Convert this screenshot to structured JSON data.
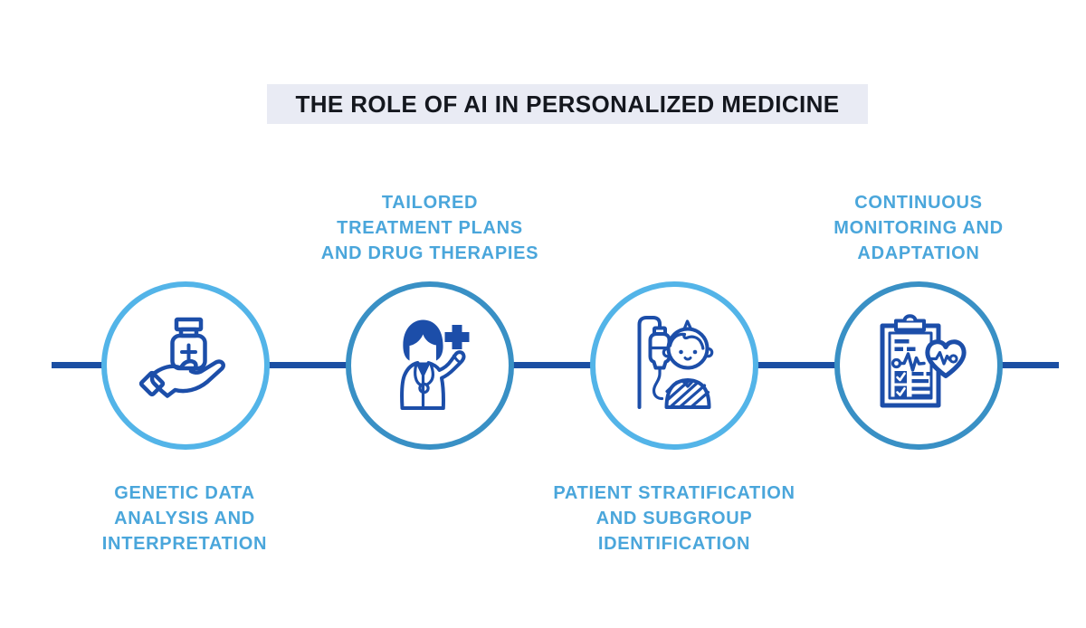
{
  "title": "THE ROLE OF AI IN PERSONALIZED MEDICINE",
  "colors": {
    "background": "#FFFFFF",
    "title_bg": "#E9EBF4",
    "title_text": "#14171E",
    "label_text": "#4AA6DB",
    "connector": "#1B4FA3",
    "ring_light": "#53B4E8",
    "ring_dark": "#3990C5",
    "icon_stroke": "#1C4EA9"
  },
  "steps": [
    {
      "name": "genetic-data-analysis",
      "label_lines": [
        "GENETIC DATA",
        "ANALYSIS AND",
        "INTERPRETATION"
      ],
      "label_position": "below",
      "icon": "hand-holding-medicine-icon",
      "ring_color": "#53B4E8"
    },
    {
      "name": "tailored-treatment",
      "label_lines": [
        "TAILORED",
        "TREATMENT PLANS",
        "AND DRUG THERAPIES"
      ],
      "label_position": "above",
      "icon": "doctor-with-cross-icon",
      "ring_color": "#3990C5"
    },
    {
      "name": "patient-stratification",
      "label_lines": [
        "PATIENT STRATIFICATION",
        "AND SUBGROUP",
        "IDENTIFICATION"
      ],
      "label_position": "below",
      "icon": "patient-iv-drip-icon",
      "ring_color": "#53B4E8"
    },
    {
      "name": "continuous-monitoring",
      "label_lines": [
        "CONTINUOUS",
        "MONITORING AND",
        "ADAPTATION"
      ],
      "label_position": "above",
      "icon": "clipboard-heart-monitoring-icon",
      "ring_color": "#3990C5"
    }
  ]
}
